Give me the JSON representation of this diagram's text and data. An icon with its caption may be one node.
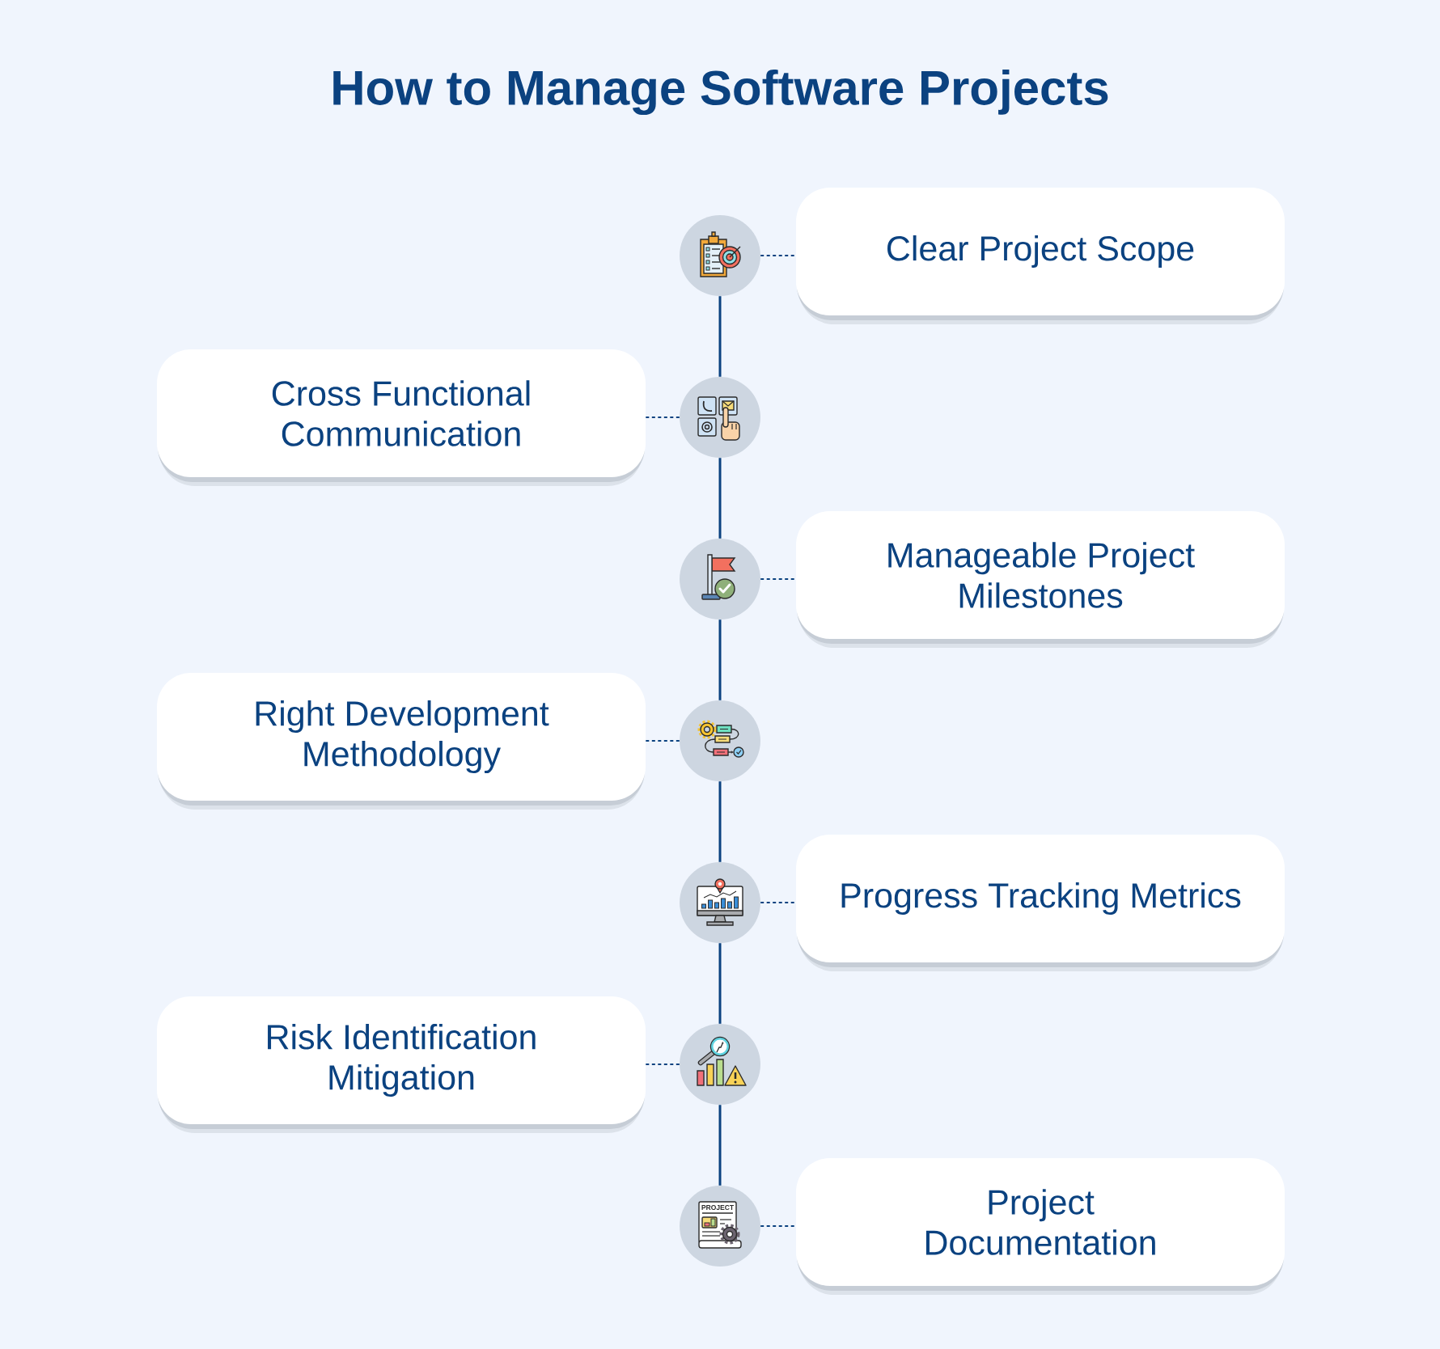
{
  "diagram": {
    "title": "How to Manage Software Projects",
    "nodes": [
      {
        "text": [],
        "shape": "circle"
      },
      {
        "text": [
          "Clear Project Scope"
        ]
      },
      {
        "text": [
          "Cross Functional Communication"
        ]
      },
      {
        "text": [],
        "shape": "circle"
      },
      {
        "text": [],
        "shape": "circle"
      },
      {
        "text": [
          "Manageable Project Milestones"
        ]
      },
      {
        "text": [
          "Right Development Methodology"
        ]
      },
      {
        "text": [],
        "shape": "circle"
      },
      {
        "text": [],
        "shape": "circle"
      },
      {
        "text": [
          "Progress Tracking Metrics"
        ]
      },
      {
        "text": [
          "Risk Identification Mitigation"
        ]
      },
      {
        "text": [],
        "shape": "circle"
      },
      {
        "text": [],
        "shape": "circle"
      },
      {
        "text": [
          "Project Documentation"
        ]
      }
    ],
    "edges": [
      {
        "from": 0,
        "to": 1,
        "arrow": "none",
        "style": "dashed"
      },
      {
        "from": 0,
        "to": 3,
        "arrow": "none"
      },
      {
        "from": 3,
        "to": 2,
        "arrow": "none",
        "style": "dashed"
      },
      {
        "from": 3,
        "to": 4,
        "arrow": "none"
      },
      {
        "from": 4,
        "to": 5,
        "arrow": "none",
        "style": "dashed"
      },
      {
        "from": 4,
        "to": 7,
        "arrow": "none"
      },
      {
        "from": 7,
        "to": 6,
        "arrow": "none",
        "style": "dashed"
      },
      {
        "from": 7,
        "to": 8,
        "arrow": "none"
      },
      {
        "from": 8,
        "to": 9,
        "arrow": "none",
        "style": "dashed"
      },
      {
        "from": 8,
        "to": 11,
        "arrow": "none"
      },
      {
        "from": 11,
        "to": 10,
        "arrow": "none",
        "style": "dashed"
      },
      {
        "from": 11,
        "to": 12,
        "arrow": "none"
      },
      {
        "from": 12,
        "to": 13,
        "arrow": "none",
        "style": "dashed"
      }
    ],
    "labels": [
      "PROJECT"
    ]
  }
}
